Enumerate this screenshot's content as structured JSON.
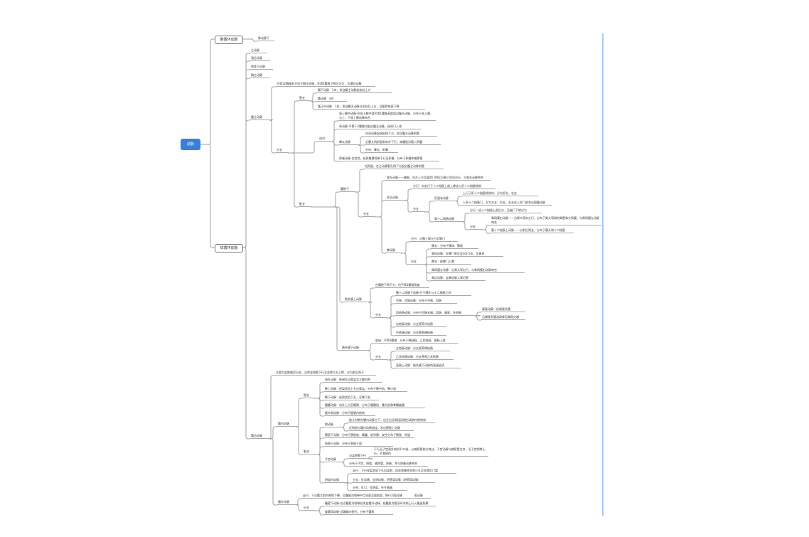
{
  "colors": {
    "root": "#3b7fd8",
    "line": "#a0a0a0",
    "edge": "#a9c8f2"
  },
  "nodes": [
    {
      "text": "动脉"
    },
    {
      "text": "肺循环动脉"
    },
    {
      "text": "肺动脉干"
    },
    {
      "text": "体循环动脉"
    },
    {
      "text": "主动脉"
    },
    {
      "text": "颈总动脉"
    },
    {
      "text": "锁骨下动脉"
    },
    {
      "text": "胸主动脉"
    },
    {
      "text": "腹主动脉"
    },
    {
      "text": "在第12胸椎前方续于胸主动脉，在第4腰椎下缘分为左、右髂总动脉"
    },
    {
      "text": "分支"
    },
    {
      "text": "壁支"
    },
    {
      "text": "膈下动脉　1对，发自腹主动脉起始处上方"
    },
    {
      "text": "腰动脉　4对"
    },
    {
      "text": "骶正中动脉　1条，发自腹主动脉分叉处后上方，沿骶骨前面下降"
    },
    {
      "text": "成对"
    },
    {
      "text": "肾上腺中动脉-在肾上腺中部平第1腰椎高度起自腹主动脉，分布于肾上腺，与上、下肾上腺动脉吻合"
    },
    {
      "text": "肾动脉-平第1-2腰椎间起自腹主动脉，经肾门入肾"
    },
    {
      "text": "睾丸动脉"
    },
    {
      "text": "在肾动脉起始处稍下方，发自腹主动脉前壁"
    },
    {
      "text": "沿腰大肌前面斜向外下行，穿腹股沟管入阴囊"
    },
    {
      "text": "分布：睾丸、附睾"
    },
    {
      "text": "卵巢动脉-在女性，经卵巢悬韧带下行至卵巢，分布于卵巢和输卵管"
    },
    {
      "text": "脏支"
    },
    {
      "text": "腹腔干"
    },
    {
      "text": "短而粗，在主动脉裂孔稍下方起自腹主动脉前壁"
    },
    {
      "text": "分支"
    },
    {
      "text": "胃左动脉——最细，向左上方至胃贲门附近沿胃小弯向右行，与胃右动脉吻合"
    },
    {
      "text": "肝总动脉"
    },
    {
      "text": "分行：向右行于十二指肠上部上缘进入肝十二指肠韧带"
    },
    {
      "text": "分支"
    },
    {
      "text": "肝固有动脉"
    },
    {
      "text": "上行于肝十二指肠韧带内，分为肝左、右支"
    },
    {
      "text": "入肝十二指肠门，分为左支、右支，右支在入肝门前发出胆囊动脉"
    },
    {
      "text": "胃十二指肠动脉"
    },
    {
      "text": "分行：经十二指肠上部后方，至幽门下缘分为"
    },
    {
      "text": "分支"
    },
    {
      "text": "胃网膜右动脉——沿胃大弯向左行，分布于胃大弯侧的胃壁和大网膜，与胃网膜左动脉吻合"
    },
    {
      "text": "胰十二指肠上动脉——分前后两支，分布于胰头和十二指肠"
    },
    {
      "text": "脾动脉"
    },
    {
      "text": "分行：沿胰上缘左行至脾门"
    },
    {
      "text": "分支"
    },
    {
      "text": "胰支：分布于胰体、胰尾"
    },
    {
      "text": "胃短动脉：在脾门附近发出3-5支，至胃底"
    },
    {
      "text": "脾支：经脾门入脾"
    },
    {
      "text": "胃网膜左动脉：沿胃大弯右行，与胃网膜右动脉吻合"
    },
    {
      "text": "胃后动脉：走脾动脉入胃后壁"
    },
    {
      "text": "肠系膜上动脉"
    },
    {
      "text": "在腹腔干稍下方，约平第1腰椎高度"
    },
    {
      "text": "分支"
    },
    {
      "text": "胰十二指肠下动脉-行于胰头与十二指肠之间"
    },
    {
      "text": "空肠、回肠动脉：分布于空肠、回肠"
    },
    {
      "text": "回结肠动脉：分布于回肠末端、盲肠、阑尾、升结肠"
    },
    {
      "text": "阑尾动脉：经阑尾系膜"
    },
    {
      "text": "沿阑尾系膜游离缘至阑尾尖端"
    },
    {
      "text": "右结肠动脉：分支营养升结肠"
    },
    {
      "text": "中结肠动脉：分支营养横结肠"
    },
    {
      "text": "肠系膜下动脉"
    },
    {
      "text": "起始：平第3腰椎　分布于降结肠、乙状结肠、直肠上部"
    },
    {
      "text": "分支"
    },
    {
      "text": "左结肠动脉：分支营养降结肠"
    },
    {
      "text": "乙状结肠动脉：分支营养乙状结肠"
    },
    {
      "text": "直肠上动脉：肠系膜下动脉的直接延续"
    },
    {
      "text": "髂总动脉"
    },
    {
      "text": "主要为盆腔器官分支，沿骨盆侧壁下行至坐骨大孔上缘，分为前后两干"
    },
    {
      "text": "髂内动脉"
    },
    {
      "text": "壁支"
    },
    {
      "text": "闭孔动脉：经闭孔出骨盆至大腿内侧"
    },
    {
      "text": "臀上动脉：经梨状肌上孔出骨盆，分布于臀中肌、臀小肌"
    },
    {
      "text": "臀下动脉：经梨状肌下孔，至臀下部"
    },
    {
      "text": "髂腰动脉：向外上方至髂窝，分布于髂腰肌、腰方肌和脊髓被膜"
    },
    {
      "text": "骶外侧动脉：分布于骶管内结构"
    },
    {
      "text": "脏支"
    },
    {
      "text": "脐动脉"
    },
    {
      "text": "胎儿时期为髂内动脉主干，出生后远侧段闭锁形成脐内侧韧带"
    },
    {
      "text": "近侧段与髂内动脉相连，发出膀胱上动脉"
    },
    {
      "text": "膀胱下动脉：分布于膀胱底、精囊、前列腺；女性分布于膀胱、阴道"
    },
    {
      "text": "直肠下动脉：分布于直肠下部"
    },
    {
      "text": "子宫动脉"
    },
    {
      "text": "沿盆侧壁下行"
    },
    {
      "text": "下行至子宫颈外侧约2cm处，从输尿管前方跨过，子宫动脉与输尿管交叉，沿子宫侧缘上行，不宜损伤"
    },
    {
      "text": "分布于子宫、阴道、输卵管、卵巢，并与卵巢动脉吻合"
    },
    {
      "text": "阴部内动脉"
    },
    {
      "text": "走行：下行穿梨状肌下孔出盆腔，绕坐骨棘经坐骨小孔至坐骨肛门窝"
    },
    {
      "text": "分支：肛动脉、会阴动脉、阴茎背动脉（阴蒂背动脉）"
    },
    {
      "text": "分布：肛门、会阴部、外生殖器"
    },
    {
      "text": "髂外动脉"
    },
    {
      "text": "走行：下沿腰大肌内侧缘下降，至腹股沟韧带中点深面至股前部，移行为股动脉"
    },
    {
      "text": "股动脉"
    },
    {
      "text": "分支"
    },
    {
      "text": "腹壁下动脉-在近腹股沟韧带处发自髂外动脉，经腹股沟管深环内侧上行入腹直肌鞘"
    },
    {
      "text": "旋髂深动脉-沿髂嵴内侧行，分布于髂肌"
    }
  ]
}
